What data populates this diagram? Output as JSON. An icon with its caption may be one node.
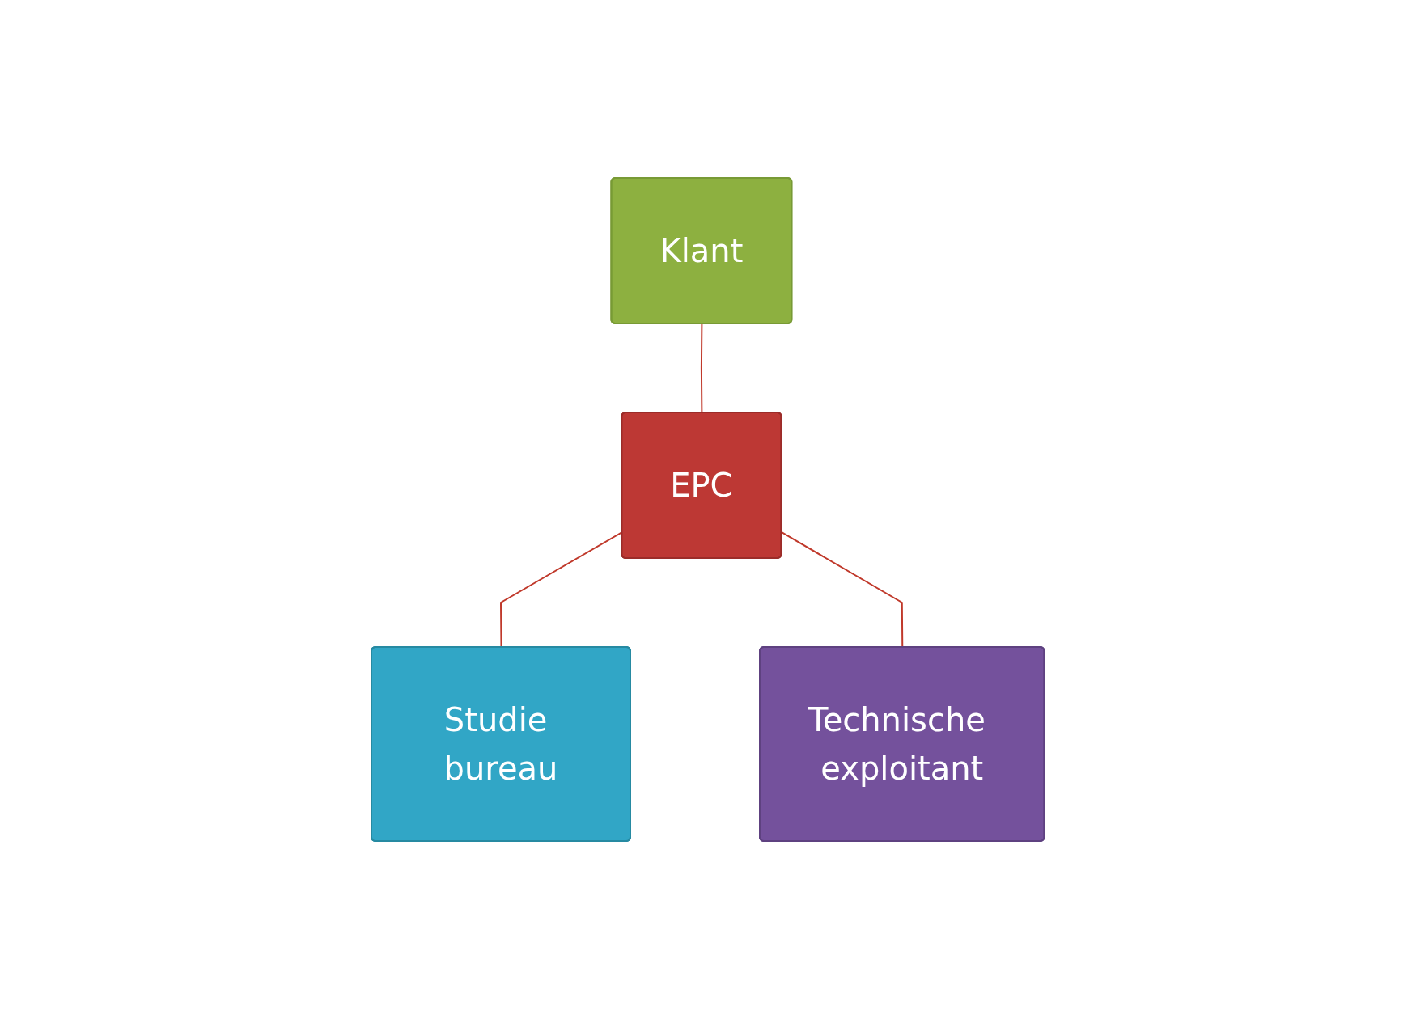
{
  "diagram": {
    "nodes": [
      {
        "text": [
          "Klant"
        ]
      },
      {
        "text": [
          "EPC"
        ]
      },
      {
        "text": [
          "Studie bureau"
        ]
      },
      {
        "text": [
          "Technische exploitant"
        ]
      }
    ],
    "edges": [
      {
        "from": 0,
        "to": 1,
        "arrow": "none"
      },
      {
        "from": 1,
        "to": 2,
        "arrow": "none"
      },
      {
        "from": 1,
        "to": 3,
        "arrow": "none"
      }
    ]
  }
}
